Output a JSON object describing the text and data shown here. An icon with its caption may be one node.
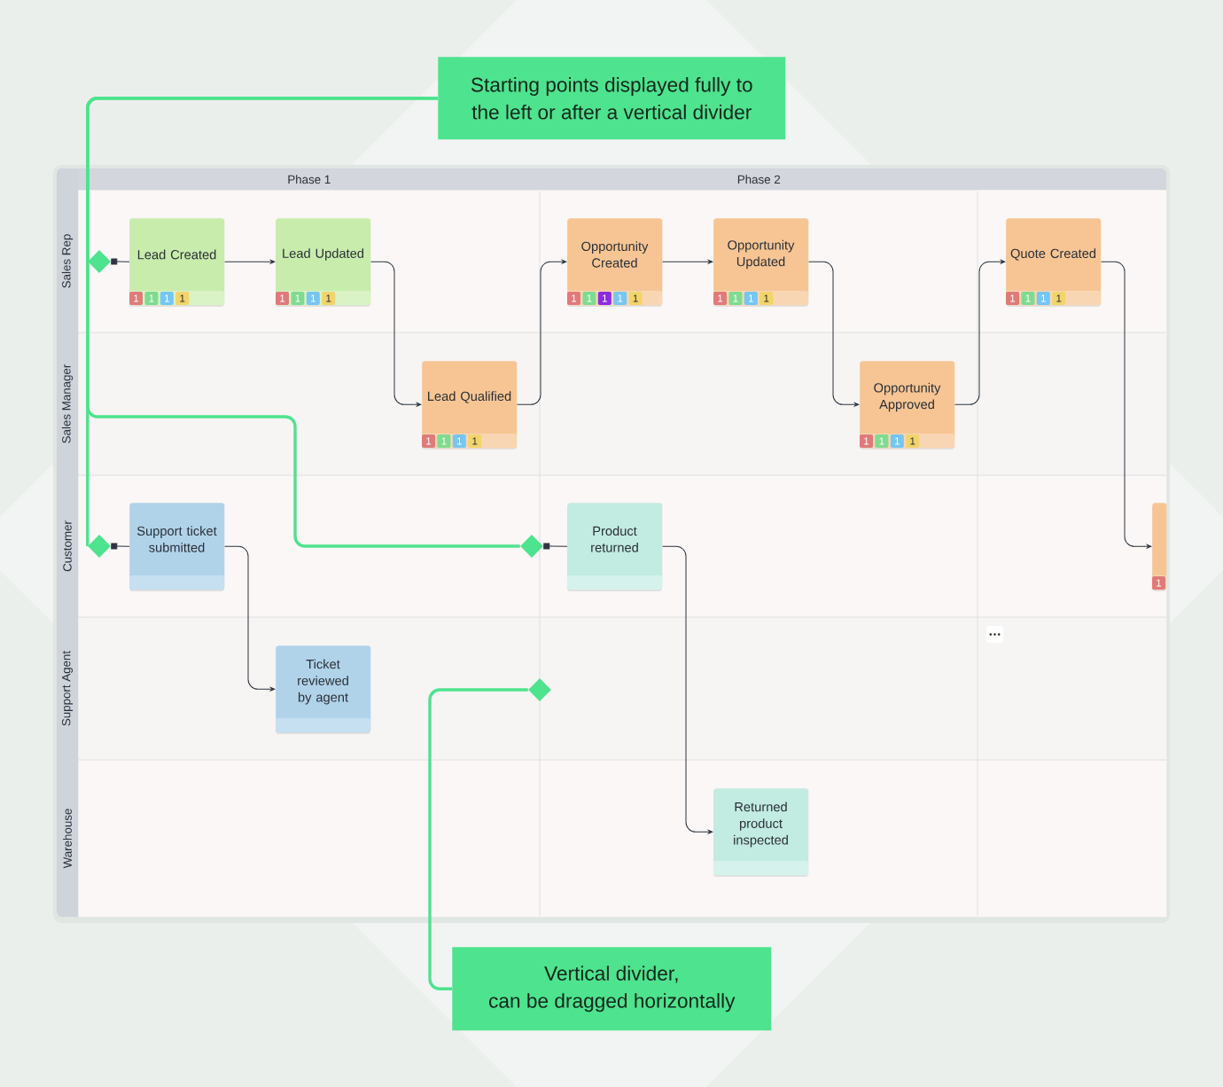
{
  "diagram": {
    "nodes": [
      {
        "text": [
          "Starting points displayed fully to the left or after a vertical divider"
        ]
      },
      {
        "text": [
          "Phase 1"
        ]
      },
      {
        "text": [
          "Phase 2"
        ]
      },
      {
        "text": [
          "Sales Rep"
        ]
      },
      {
        "text": [
          "Sales Manager"
        ]
      },
      {
        "text": [
          "Customer"
        ]
      },
      {
        "text": [
          "Support Agent"
        ]
      },
      {
        "text": [
          "Warehouse"
        ]
      },
      {
        "text": [],
        "shape": "diamond",
        "in": 3
      },
      {
        "text": [
          "Lead Created",
          "1",
          "1",
          "1",
          "1"
        ],
        "in": 3
      },
      {
        "text": [
          "Lead Updated",
          "1",
          "1",
          "1",
          "1"
        ],
        "in": 3
      },
      {
        "text": [
          "Opportunity Created",
          "1",
          "1",
          "1",
          "1",
          "1"
        ],
        "in": 3
      },
      {
        "text": [
          "Opportunity Updated",
          "1",
          "1",
          "1",
          "1"
        ],
        "in": 3
      },
      {
        "text": [
          "Quote Created",
          "1",
          "1",
          "1",
          "1"
        ],
        "in": 3
      },
      {
        "text": [
          "Lead Qualified",
          "1",
          "1",
          "1",
          "1"
        ],
        "in": 4
      },
      {
        "text": [
          "Opportunity Approved",
          "1",
          "1",
          "1",
          "1"
        ],
        "in": 4
      },
      {
        "text": [],
        "shape": "diamond",
        "in": 5
      },
      {
        "text": [
          "Support ticket submitted"
        ],
        "in": 5
      },
      {
        "text": [],
        "shape": "diamond",
        "in": 5
      },
      {
        "text": [
          "Product returned"
        ],
        "in": 5
      },
      {
        "text": [
          "1"
        ],
        "in": 5
      },
      {
        "text": [
          "Ticket reviewed by agent"
        ],
        "in": 6
      },
      {
        "text": [],
        "shape": "diamond",
        "in": 6
      },
      {
        "text": [
          "Returned product inspected"
        ],
        "in": 7
      },
      {
        "text": [
          "Vertical divider, can be dragged horizontally"
        ]
      }
    ],
    "edges": [
      {
        "from": 0,
        "to": 8,
        "arrow": "none",
        "style": "thick",
        "color": "#4ee38e"
      },
      {
        "from": 0,
        "to": 16,
        "arrow": "none",
        "style": "thick",
        "color": "#4ee38e"
      },
      {
        "from": 0,
        "to": 18,
        "arrow": "none",
        "style": "thick",
        "color": "#4ee38e"
      },
      {
        "from": 8,
        "to": 9,
        "arrow": "other"
      },
      {
        "from": 9,
        "to": 10,
        "arrow": "to"
      },
      {
        "from": 10,
        "to": 14,
        "arrow": "to"
      },
      {
        "from": 14,
        "to": 11,
        "arrow": "to"
      },
      {
        "from": 11,
        "to": 12,
        "arrow": "to"
      },
      {
        "from": 12,
        "to": 15,
        "arrow": "to"
      },
      {
        "from": 15,
        "to": 13,
        "arrow": "to"
      },
      {
        "from": 13,
        "to": 20,
        "arrow": "to"
      },
      {
        "from": 16,
        "to": 17,
        "arrow": "other"
      },
      {
        "from": 17,
        "to": 21,
        "arrow": "to"
      },
      {
        "from": 18,
        "to": 19,
        "arrow": "other"
      },
      {
        "from": 19,
        "to": 23,
        "arrow": "to"
      },
      {
        "from": 24,
        "to": 22,
        "arrow": "none",
        "style": "thick",
        "color": "#4ee38e"
      }
    ]
  }
}
